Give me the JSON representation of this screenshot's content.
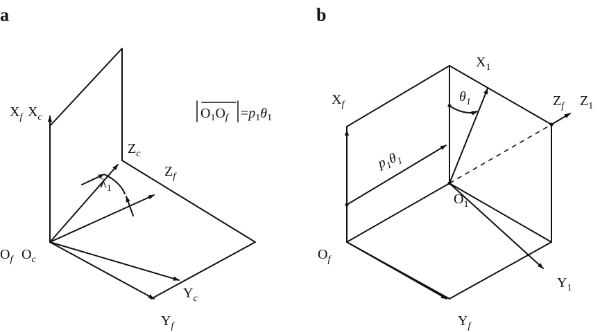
{
  "panels": [
    {
      "letter": "a",
      "labels": {
        "xf": "X",
        "xf_sub": "f",
        "xc": "X",
        "xc_sub": "c",
        "zc": "Z",
        "zc_sub": "c",
        "zf": "Z",
        "zf_sub": "f",
        "lambda": "λ",
        "lambda_sub": "1",
        "of": "O",
        "of_sub": "f",
        "oc": "O",
        "oc_sub": "c",
        "yc": "Y",
        "yc_sub": "c",
        "yf": "Y",
        "yf_sub": "f"
      },
      "formula": {
        "o1": "O",
        "o1_sub": "1",
        "of": "O",
        "of_sub": "f",
        "eq": "=",
        "p": "p",
        "p_sub": "1",
        "theta": "θ",
        "theta_sub": "1"
      }
    },
    {
      "letter": "b",
      "labels": {
        "xf": "X",
        "xf_sub": "f",
        "x1": "X",
        "x1_sub": "1",
        "theta": "θ",
        "theta_sub": "1",
        "zf": "Z",
        "zf_sub": "f",
        "z1": "Z",
        "z1_sub": "1",
        "p": "p",
        "p_sub": "1",
        "ptheta": "θ",
        "ptheta_sub": "1",
        "o1": "O",
        "o1_sub": "1",
        "of": "O",
        "of_sub": "f",
        "y1": "Y",
        "y1_sub": "1",
        "yf": "Y",
        "yf_sub": "f"
      }
    }
  ]
}
